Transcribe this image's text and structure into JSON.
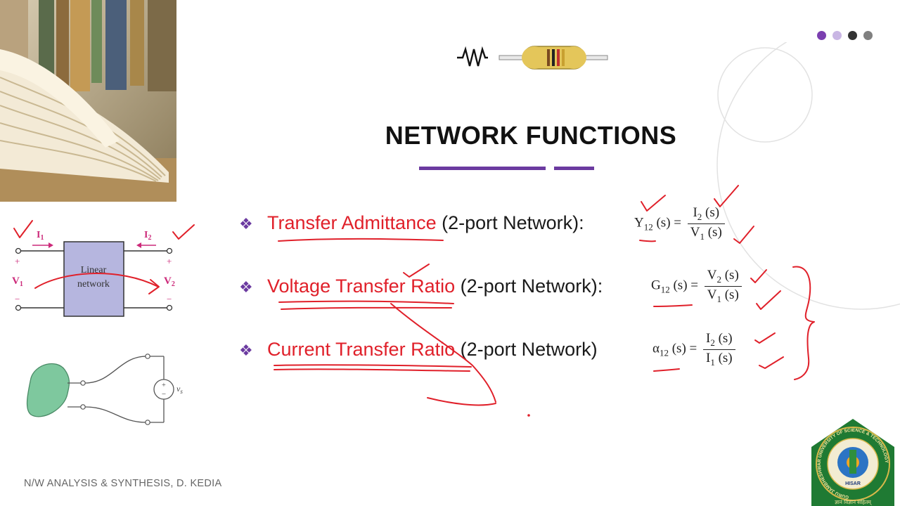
{
  "slide": {
    "title": "NETWORK FUNCTIONS",
    "footer": "N/W ANALYSIS & SYNTHESIS, D. KEDIA",
    "accent_color": "#6b3aa0",
    "highlight_color": "#e0202a",
    "pager_dots": [
      "#7b3fb0",
      "#c9b6e4",
      "#333333",
      "#808080"
    ]
  },
  "bullets": [
    {
      "term": "Transfer Admittance",
      "rest": " (2-port Network):",
      "formula": {
        "lhs": "Y",
        "lhs_sub": "12",
        "arg": "(s) =",
        "num": "I",
        "num_sub": "2",
        "num_arg": "(s)",
        "den": "V",
        "den_sub": "1",
        "den_arg": "(s)"
      }
    },
    {
      "term": "Voltage Transfer Ratio",
      "rest": " (2-port Network):",
      "formula": {
        "lhs": "G",
        "lhs_sub": "12",
        "arg": "(s) =",
        "num": "V",
        "num_sub": "2",
        "num_arg": "(s)",
        "den": "V",
        "den_sub": "1",
        "den_arg": "(s)"
      }
    },
    {
      "term": "Current Transfer Ratio",
      "rest": " (2-port Network)",
      "formula": {
        "lhs": "α",
        "lhs_sub": "12",
        "arg": "(s) =",
        "num": "I",
        "num_sub": "2",
        "num_arg": "(s)",
        "den": "I",
        "den_sub": "1",
        "den_arg": "(s)"
      }
    }
  ],
  "two_port_diagram": {
    "box_label_line1": "Linear",
    "box_label_line2": "network",
    "i1": "I",
    "i1_sub": "1",
    "i2": "I",
    "i2_sub": "2",
    "v1": "V",
    "v1_sub": "1",
    "v2": "V",
    "v2_sub": "2",
    "plus": "+",
    "minus": "−"
  },
  "source_diagram": {
    "source_label": "v",
    "source_sub": "s"
  },
  "logo": {
    "ring_text": "GURU JAMBHESHWAR UNIVERSITY OF SCIENCE & TECHNOLOGY",
    "city": "HISAR",
    "motto": "ज्ञानं विज्ञान सहितम्"
  }
}
